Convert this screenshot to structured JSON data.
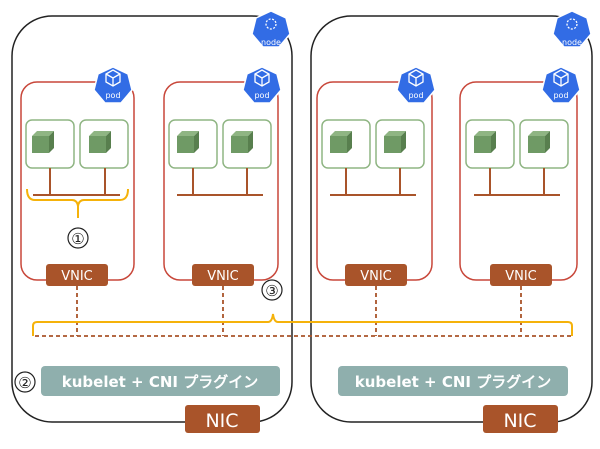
{
  "nodes": [
    {
      "icon_label": "node",
      "plugin_label": "kubelet + CNI プラグイン",
      "nic_label": "NIC",
      "pods": [
        {
          "icon_label": "pod",
          "vnic_label": "VNIC"
        },
        {
          "icon_label": "pod",
          "vnic_label": "VNIC"
        }
      ]
    },
    {
      "icon_label": "node",
      "plugin_label": "kubelet + CNI プラグイン",
      "nic_label": "NIC",
      "pods": [
        {
          "icon_label": "pod",
          "vnic_label": "VNIC"
        },
        {
          "icon_label": "pod",
          "vnic_label": "VNIC"
        }
      ]
    }
  ],
  "markers": {
    "one": "①",
    "two": "②",
    "three": "③"
  },
  "colors": {
    "node_border": "#222222",
    "pod_border": "#c8473a",
    "container": "#6f9a65",
    "vnic": "#a9542a",
    "bus": "#a9542a",
    "brace": "#f5b20a",
    "plugin": "#8fafad",
    "k8s_blue": "#326ce5"
  }
}
